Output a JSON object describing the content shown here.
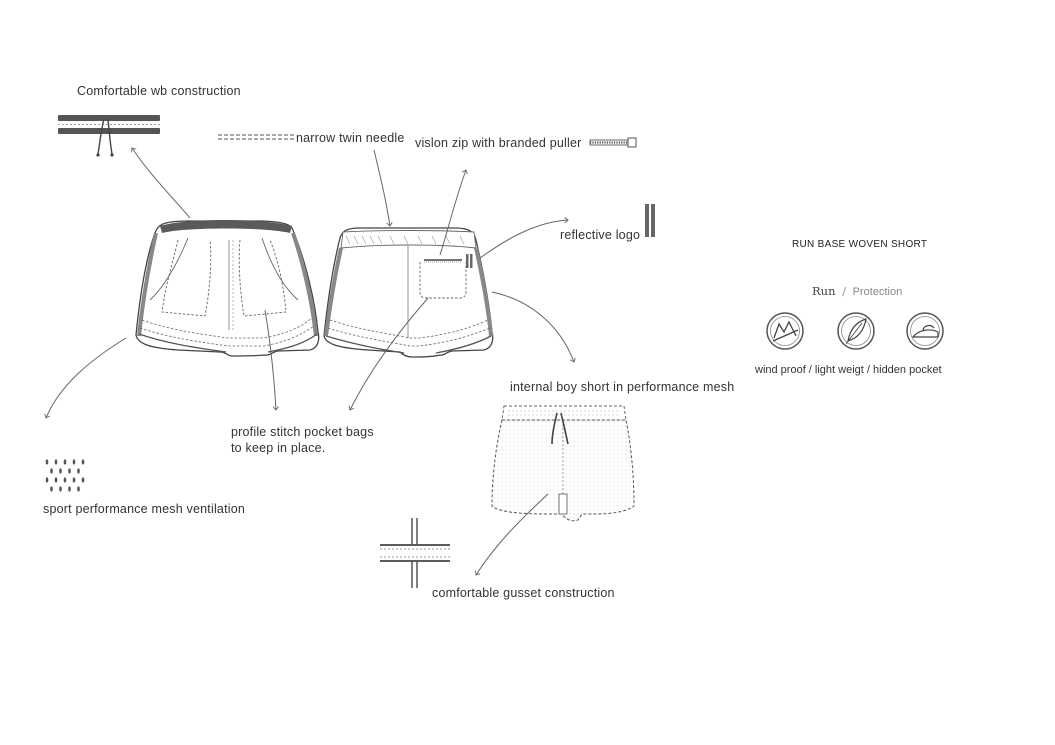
{
  "callouts": {
    "wb_construction": "Comfortable wb construction",
    "twin_needle": "narrow twin needle",
    "zip": "vislon zip with branded puller",
    "reflective_logo": "reflective logo",
    "internal_short": "internal boy short in performance mesh",
    "pocket_bags_line1": "profile stitch pocket bags",
    "pocket_bags_line2": "to keep in place.",
    "mesh_ventilation": "sport performance mesh ventilation",
    "gusset": "comfortable  gusset construction"
  },
  "product": {
    "title": "RUN BASE WOVEN SHORT",
    "category": "Run",
    "category_sep": "/",
    "subcategory": "Protection",
    "feature_icons": [
      "wind-proof-icon",
      "feather-icon",
      "hidden-pocket-icon"
    ],
    "features_text": "wind proof / light weigt  / hidden pocket"
  },
  "colors": {
    "line": "#555555",
    "dark_band": "#5a5a5a",
    "text": "#333333"
  }
}
